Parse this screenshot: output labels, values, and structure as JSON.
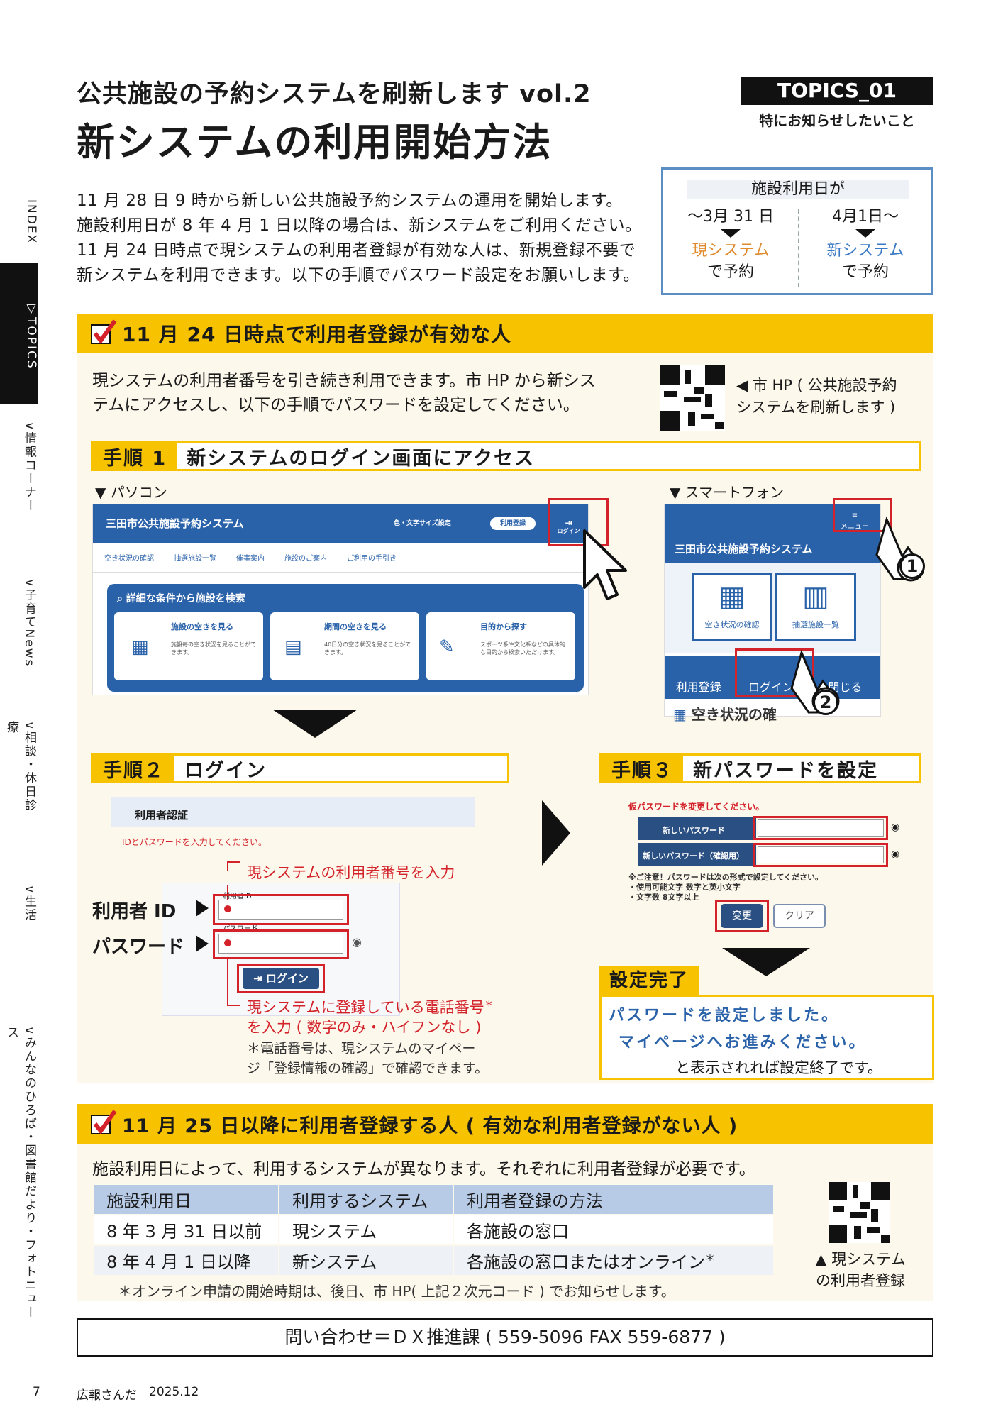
{
  "side_index": [
    {
      "label": "INDEX"
    },
    {
      "label": "▽TOPICS"
    },
    {
      "label": "∨情報コーナー"
    },
    {
      "label": "∨子育てNews"
    },
    {
      "label": "∨相談・休日診療"
    },
    {
      "label": "∨生活"
    },
    {
      "label": "∨みんなのひろば・図書館だより・フォトニュース"
    }
  ],
  "header": {
    "title_sub": "公共施設の予約システムを刷新します vol.2",
    "title_main": "新システムの利用開始方法",
    "topics": "TOPICS_01",
    "topics_sub": "特にお知らせしたいこと"
  },
  "intro": [
    "11 月 28 日 9 時から新しい公共施設予約システムの運用を開始します。",
    "施設利用日が 8 年 4 月 1 日以降の場合は、新システムをご利用ください。",
    "11 月 24 日時点で現システムの利用者登録が有効な人は、新規登録不要で",
    "新システムを利用できます。以下の手順でパスワード設定をお願いします。"
  ],
  "compare": {
    "heading": "施設利用日が",
    "left_date": "～3月 31 日",
    "left_system": "現システム",
    "left_action": "で予約",
    "right_date": "4月1日～",
    "right_system": "新システム",
    "right_action": "で予約"
  },
  "section1": {
    "title": "11 月 24 日時点で利用者登録が有効な人",
    "desc": [
      "現システムの利用者番号を引き続き利用できます。市 HP から新シス",
      "テムにアクセスし、以下の手順でパスワードを設定してください。"
    ],
    "qr_note": [
      "◀ 市 HP ( 公共施設予約",
      "システムを刷新します )"
    ]
  },
  "step1": {
    "no": "手順 1",
    "label": "新システムのログイン画面にアクセス",
    "pc_label": "▼ パソコン",
    "sp_label": "▼ スマートフォン",
    "pc": {
      "site": "三田市公共施設予約システム",
      "font_setting": "色・文字サイズ設定",
      "register": "利用登録",
      "login": "ログイン",
      "menu": [
        "空き状況の確認",
        "抽選施設一覧",
        "催事案内",
        "施設のご案内",
        "ご利用の手引き"
      ],
      "search_title": "詳細な条件から施設を検索",
      "cards": [
        {
          "title": "施設の空きを見る",
          "desc": "施設毎の空き状況を見ることができます。"
        },
        {
          "title": "期間の空きを見る",
          "desc": "40日分の空き状況を見ることができます。"
        },
        {
          "title": "目的から探す",
          "desc": "スポーツ系や文化系などの具体的な目的から検索いただけます。"
        }
      ]
    },
    "sp": {
      "menu": "メニュー",
      "site": "三田市公共施設予約システム",
      "tiles": [
        "空き状況の確認",
        "抽選施設一覧"
      ],
      "bottom": [
        "利用登録",
        "ログイン",
        "閉じる"
      ],
      "avail": "空き状況の確",
      "n1": "1",
      "n2": "2"
    }
  },
  "step2": {
    "no": "手順２",
    "label": "ログイン",
    "auth": "利用者認証",
    "hint": "IDとパスワードを入力してください。",
    "id_note": "現システムの利用者番号を入力",
    "id_label": "利用者 ID",
    "id_small": "利用者ID",
    "pw_label": "パスワード",
    "pw_small": "パスワード",
    "login_btn": "ログイン",
    "pw_note": [
      "現システムに登録している電話番号",
      "を入力 ( 数字のみ・ハイフンなし )"
    ],
    "pw_note_star": "＊",
    "footnote": [
      "＊電話番号は、現システムのマイペー",
      "ジ「登録情報の確認」で確認できます。"
    ]
  },
  "step3": {
    "no": "手順３",
    "label": "新パスワードを設定",
    "warn": "仮パスワードを変更してください。",
    "new_pw": "新しいパスワード",
    "new_pw_confirm": "新しいパスワード（確認用）",
    "caution": [
      "※ご注意！パスワードは次の形式で設定してください。",
      "・使用可能文字 数字と英小文字",
      "・文字数 8文字以上"
    ],
    "change": "変更",
    "clear": "クリア"
  },
  "finish": {
    "label": "設定完了",
    "msg1": "パスワードを設定しました。",
    "msg2": "マイページへお進みください。",
    "msg3": "と表示されれば設定終了です。"
  },
  "section2": {
    "title": "11 月 25 日以降に利用者登録する人 ( 有効な利用者登録がない人 )",
    "desc": "施設利用日によって、利用するシステムが異なります。それぞれに利用者登録が必要です。",
    "table": {
      "headers": [
        "施設利用日",
        "利用するシステム",
        "利用者登録の方法"
      ],
      "rows": [
        [
          "8 年 3 月 31 日以前",
          "現システム",
          "各施設の窓口"
        ],
        [
          "8 年 4 月 1 日以降",
          "新システム",
          "各施設の窓口またはオンライン"
        ]
      ],
      "star": "＊"
    },
    "note": "＊オンライン申請の開始時期は、後日、市 HP( 上記２次元コード ) でお知らせします。",
    "qr_note": [
      "▲ 現システム",
      "の利用者登録"
    ]
  },
  "inquiry": "問い合わせ＝ＤＸ推進課 ( 559-5096 FAX 559-6877 )",
  "footer": {
    "page": "7",
    "pub": "広報さんだ",
    "date": "2025.12"
  },
  "colors": {
    "yellow": "#f7c300",
    "red": "#d3222a",
    "blue": "#2a62aa"
  }
}
